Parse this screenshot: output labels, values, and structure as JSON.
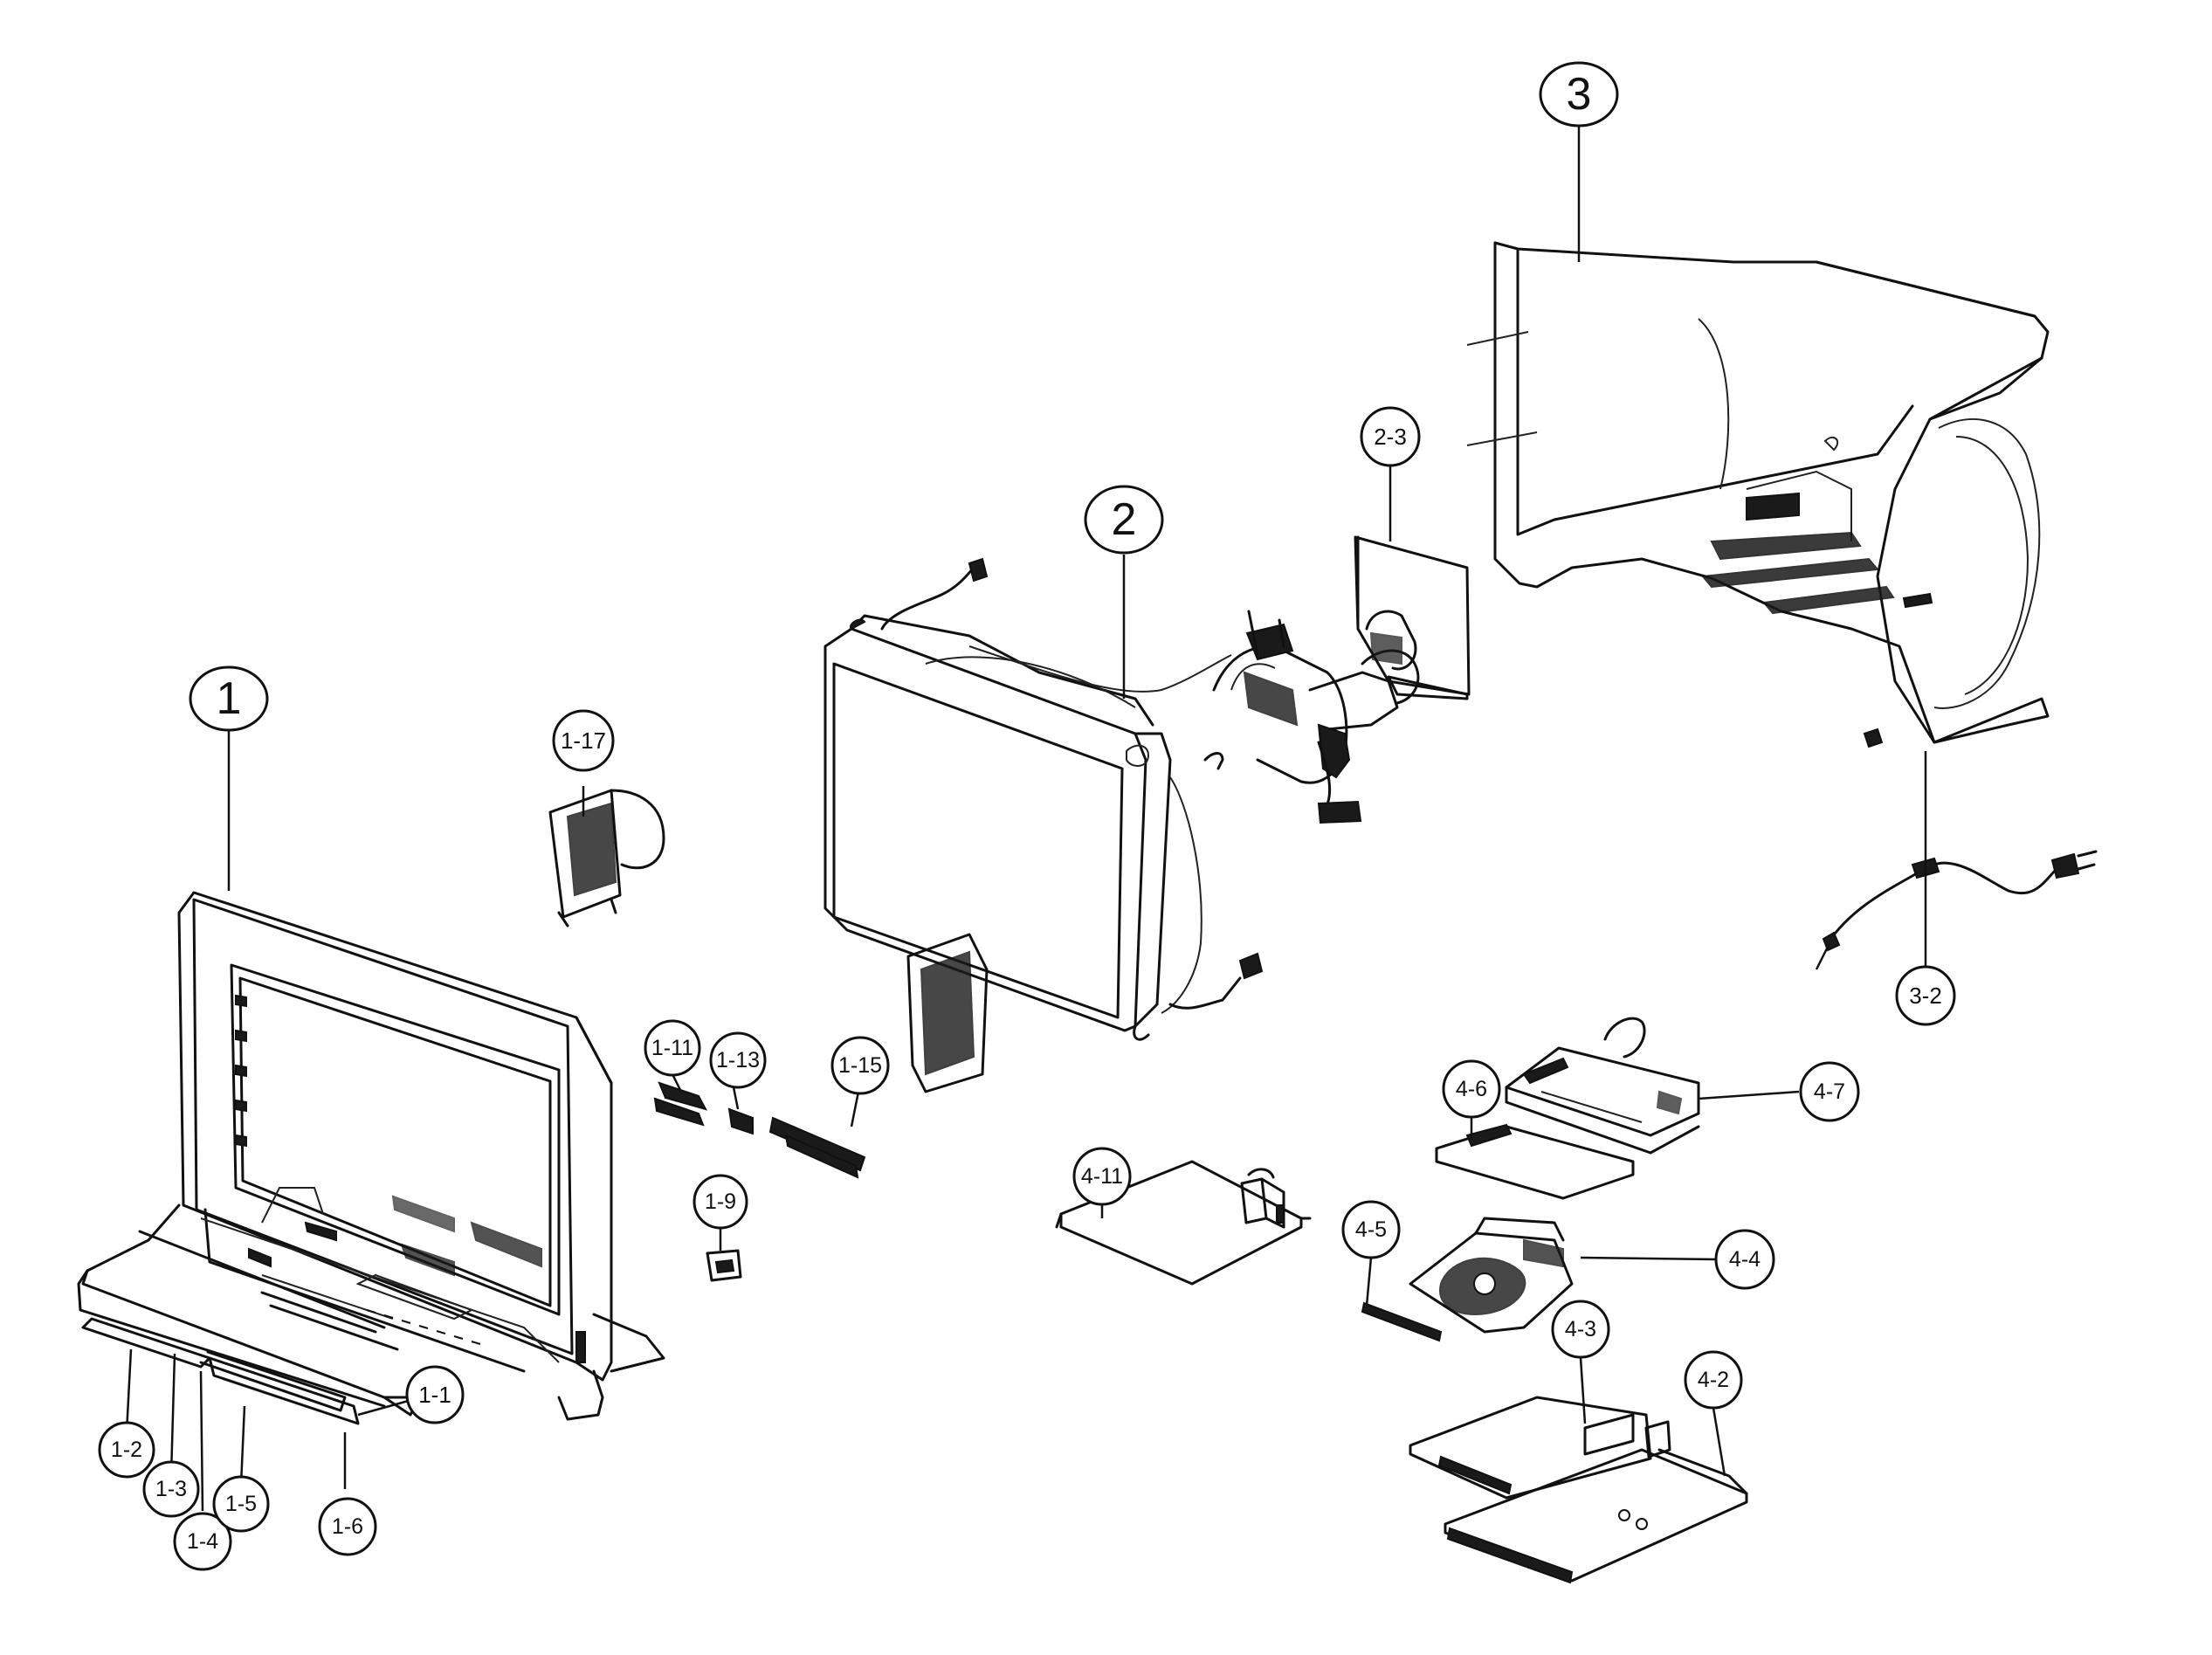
{
  "labels": [
    {
      "id": "1",
      "text": "1"
    },
    {
      "id": "2",
      "text": "2"
    },
    {
      "id": "3",
      "text": "3"
    },
    {
      "id": "1-17",
      "text": "1-17"
    },
    {
      "id": "2-3",
      "text": "2-3"
    },
    {
      "id": "3-2",
      "text": "3-2"
    },
    {
      "id": "1-11",
      "text": "1-11"
    },
    {
      "id": "1-13",
      "text": "1-13"
    },
    {
      "id": "1-15",
      "text": "1-15"
    },
    {
      "id": "1-9",
      "text": "1-9"
    },
    {
      "id": "1-1",
      "text": "1-1"
    },
    {
      "id": "1-2",
      "text": "1-2"
    },
    {
      "id": "1-3",
      "text": "1-3"
    },
    {
      "id": "1-4",
      "text": "1-4"
    },
    {
      "id": "1-5",
      "text": "1-5"
    },
    {
      "id": "1-6",
      "text": "1-6"
    },
    {
      "id": "4-11",
      "text": "4-11"
    },
    {
      "id": "4-6",
      "text": "4-6"
    },
    {
      "id": "4-7",
      "text": "4-7"
    },
    {
      "id": "4-5",
      "text": "4-5"
    },
    {
      "id": "4-4",
      "text": "4-4"
    },
    {
      "id": "4-3",
      "text": "4-3"
    },
    {
      "id": "4-2",
      "text": "4-2"
    }
  ]
}
